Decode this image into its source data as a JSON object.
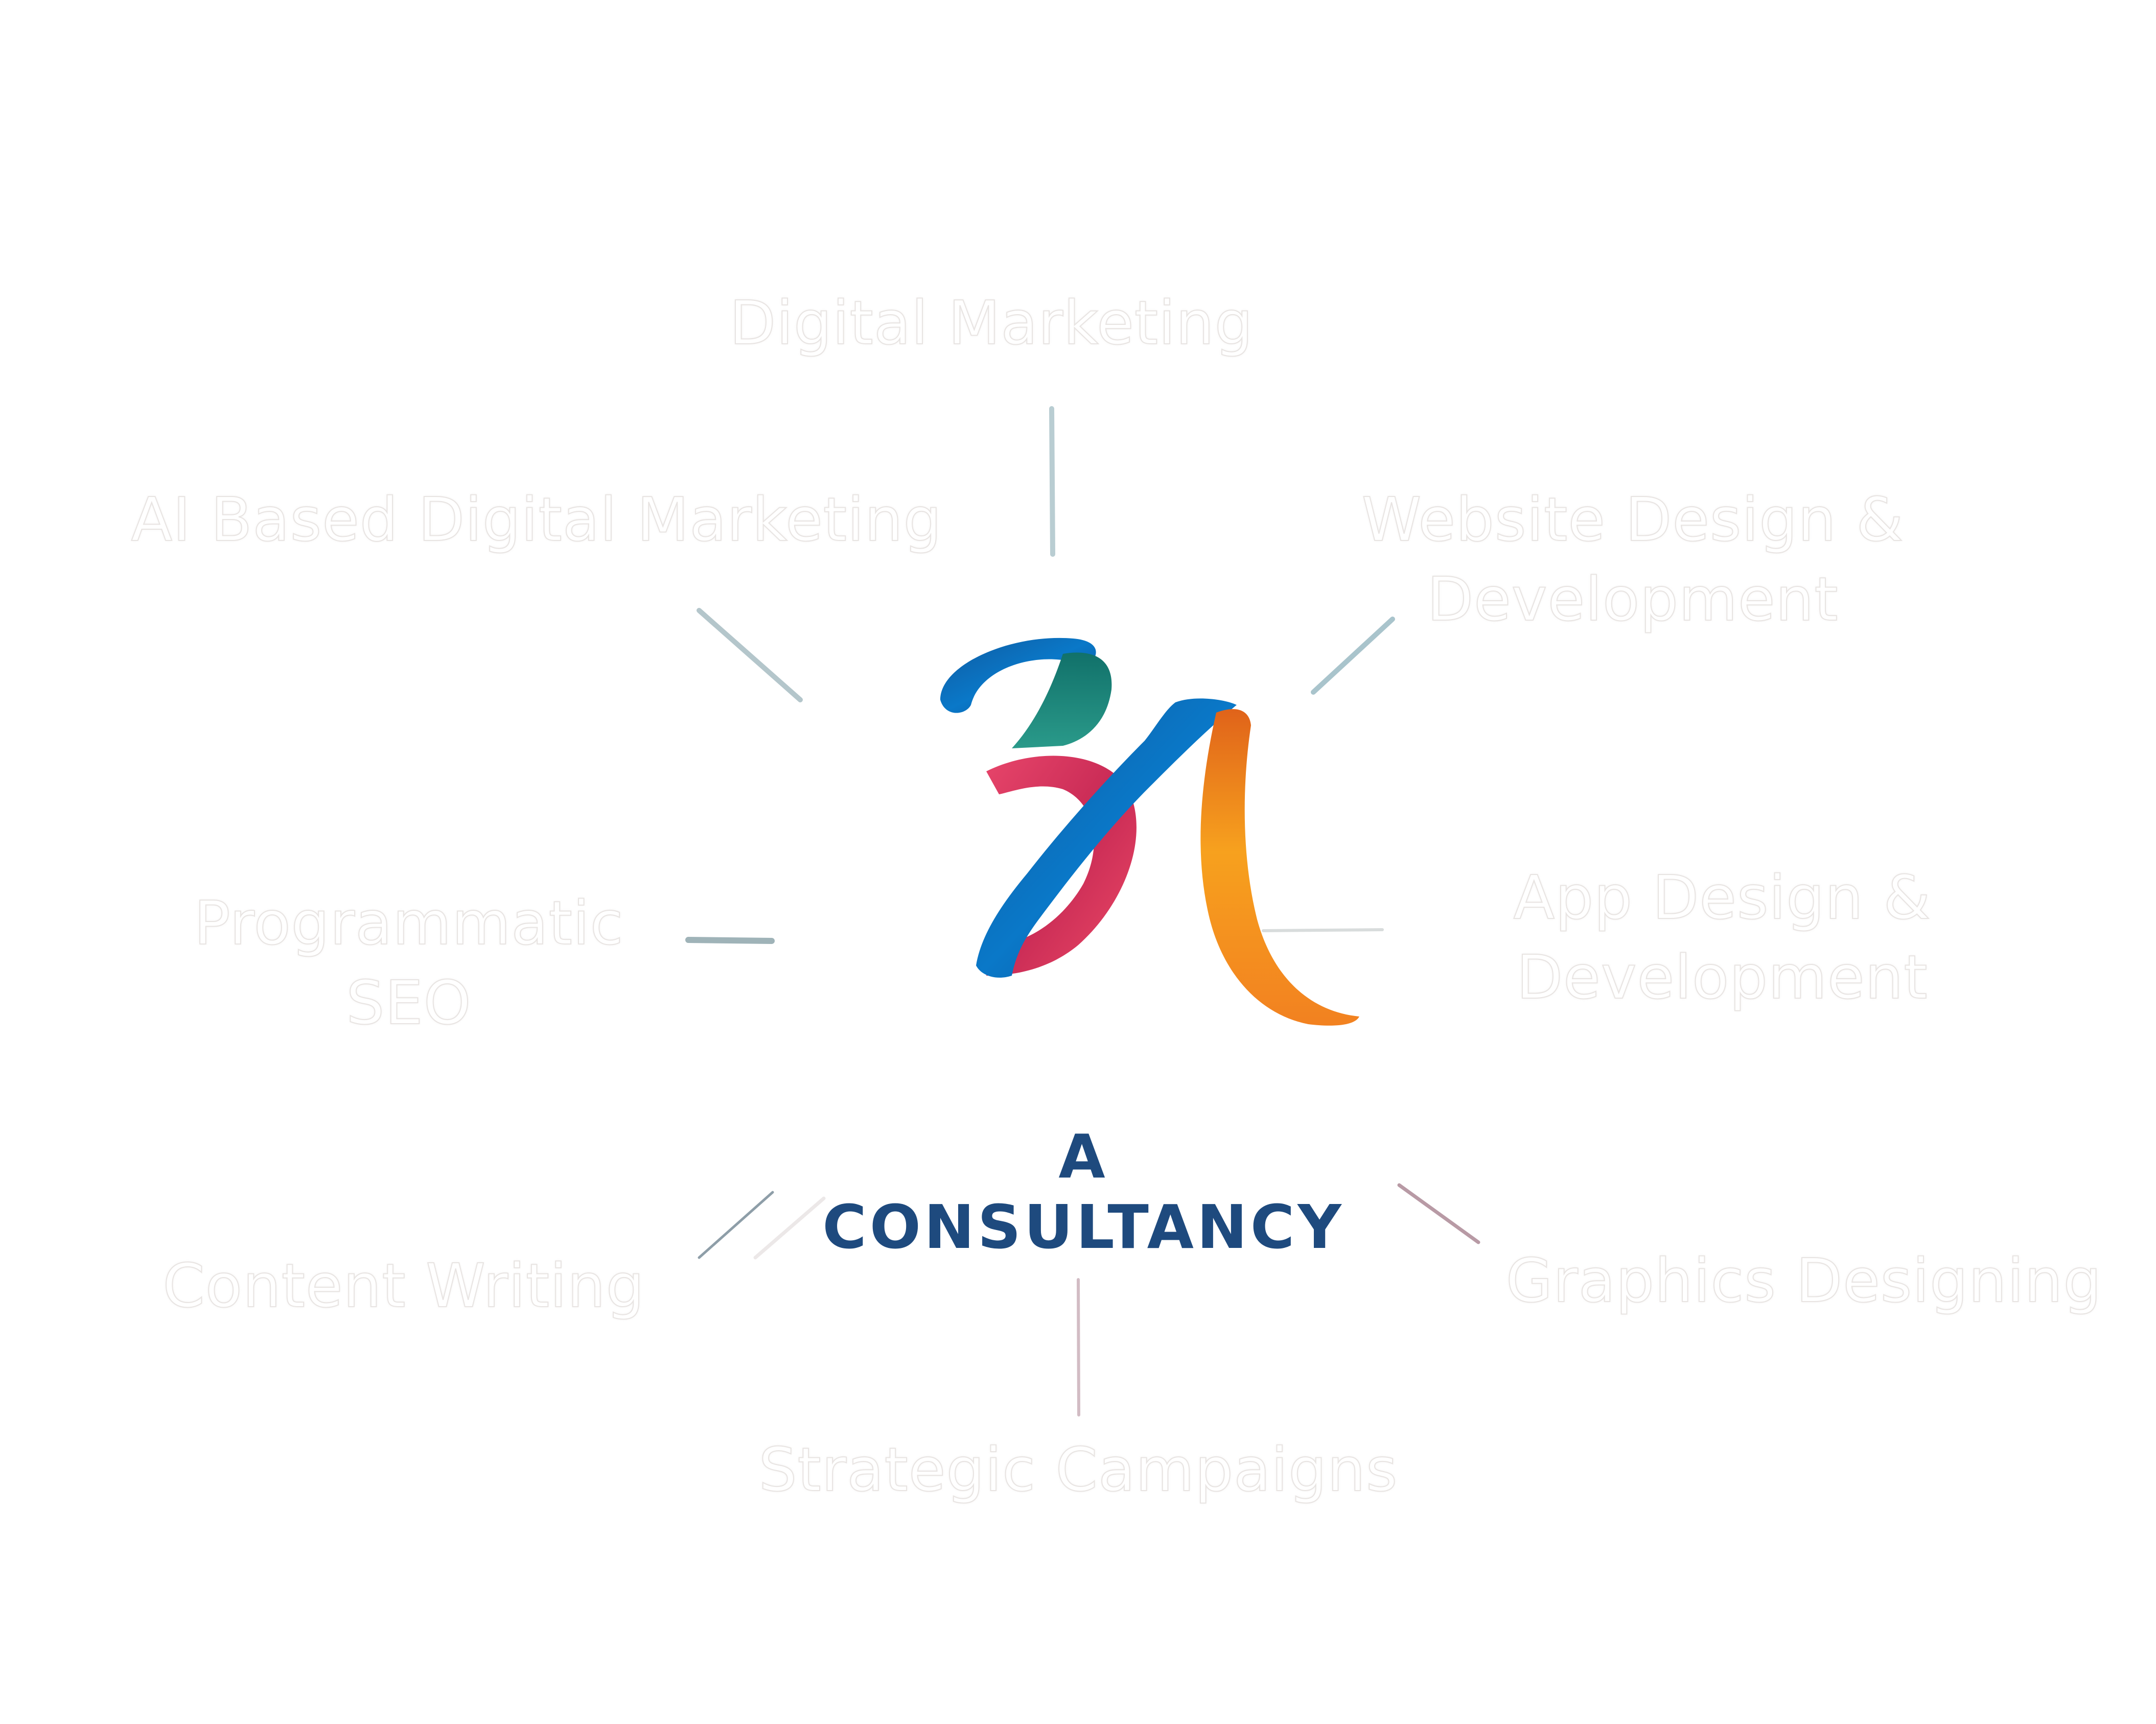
{
  "brand": {
    "name": "A CONSULTANCY",
    "logo_icon": "ribbon-monogram-logo",
    "colors": {
      "brand_navy": "#1e4a7e",
      "ribbon_blue": "#0b66b0",
      "ribbon_teal": "#1f8a80",
      "ribbon_pink": "#e4405f",
      "ribbon_orange": "#f7931e"
    }
  },
  "services": [
    {
      "id": "digital-marketing",
      "label": "Digital Marketing"
    },
    {
      "id": "ai-based-digital-marketing",
      "label": "AI Based Digital Marketing"
    },
    {
      "id": "website-design-development",
      "label": "Website Design &\nDevelopment"
    },
    {
      "id": "programmatic-seo",
      "label": "Programmatic\nSEO"
    },
    {
      "id": "app-design-development",
      "label": "App Design &\nDevelopment"
    },
    {
      "id": "content-writing",
      "label": "Content Writing"
    },
    {
      "id": "graphics-designing",
      "label": "Graphics Designing"
    },
    {
      "id": "strategic-campaigns",
      "label": "Strategic Campaigns"
    }
  ],
  "connector_colors": {
    "top": "#b9cdd2",
    "upper_left": "#b4c6cb",
    "upper_right": "#a9c4cc",
    "left": "#9fb3b8",
    "right": "#d8dcdc",
    "lower_left": "#8e9ea8",
    "lower_right": "#b89aa5",
    "bottom": "#d2bcc4"
  }
}
